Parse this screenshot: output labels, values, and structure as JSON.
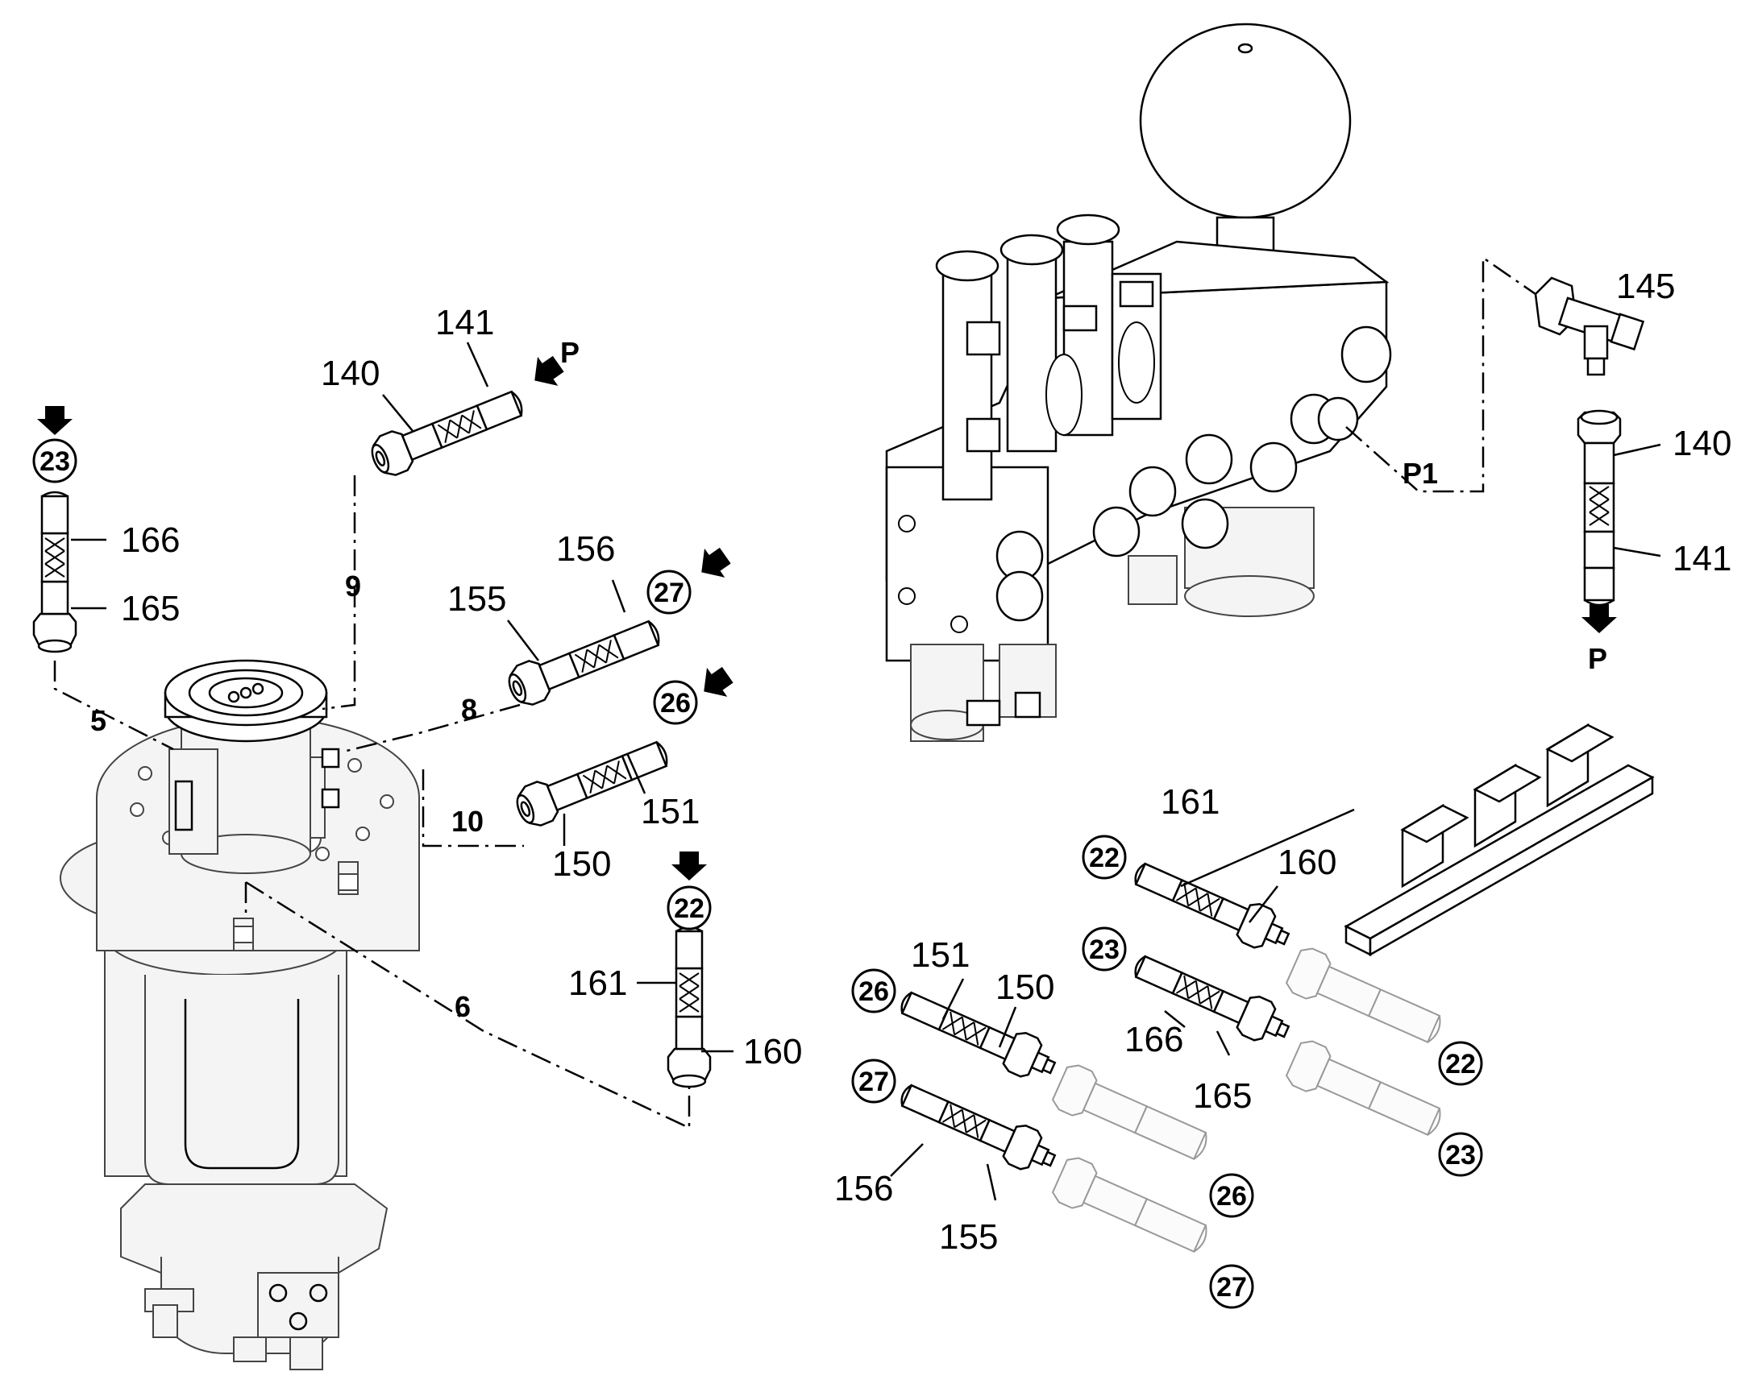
{
  "item_labels": {
    "top_center_hose": [
      "141",
      "140"
    ],
    "left_hose": [
      "166",
      "165"
    ],
    "middle_hose_a": [
      "156",
      "155"
    ],
    "middle_hose_b": [
      "151",
      "150"
    ],
    "lower_center_hose": [
      "161",
      "160"
    ],
    "right_tee": "145",
    "right_hose": [
      "140",
      "141"
    ],
    "right_group": [
      "161",
      "160",
      "166",
      "165",
      "151",
      "150",
      "156",
      "155"
    ]
  },
  "circled_refs": {
    "left": "23",
    "middle_a": "27",
    "middle_b": "26",
    "lower_center": "22",
    "right_group_left": [
      "22",
      "23",
      "26",
      "27"
    ],
    "right_group_ends": [
      "22",
      "23",
      "26",
      "27"
    ]
  },
  "port_labels": {
    "p_top": "P",
    "p1": "P1",
    "p_right": "P"
  },
  "connection_numbers": [
    "5",
    "6",
    "8",
    "9",
    "10"
  ]
}
